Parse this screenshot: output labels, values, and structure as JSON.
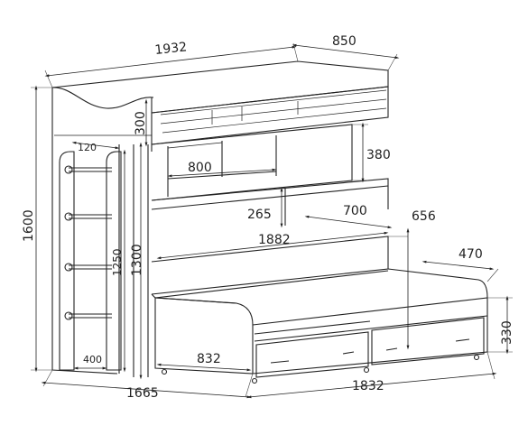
{
  "dimensions": {
    "top_length": "1932",
    "top_depth": "850",
    "upper_rail_height": "300",
    "shelf_height": "380",
    "shelf_width": "800",
    "ladder_step": "120",
    "total_height": "1600",
    "ladder_height": "1250",
    "side_height": "1300",
    "gap_height": "265",
    "lower_bed_depth": "700",
    "lower_depth_right": "656",
    "lower_bed_length": "1882",
    "right_end_top": "470",
    "drawer_height": "330",
    "ladder_base": "400",
    "front_panel": "832",
    "left_depth": "1665",
    "bottom_length": "1832"
  }
}
